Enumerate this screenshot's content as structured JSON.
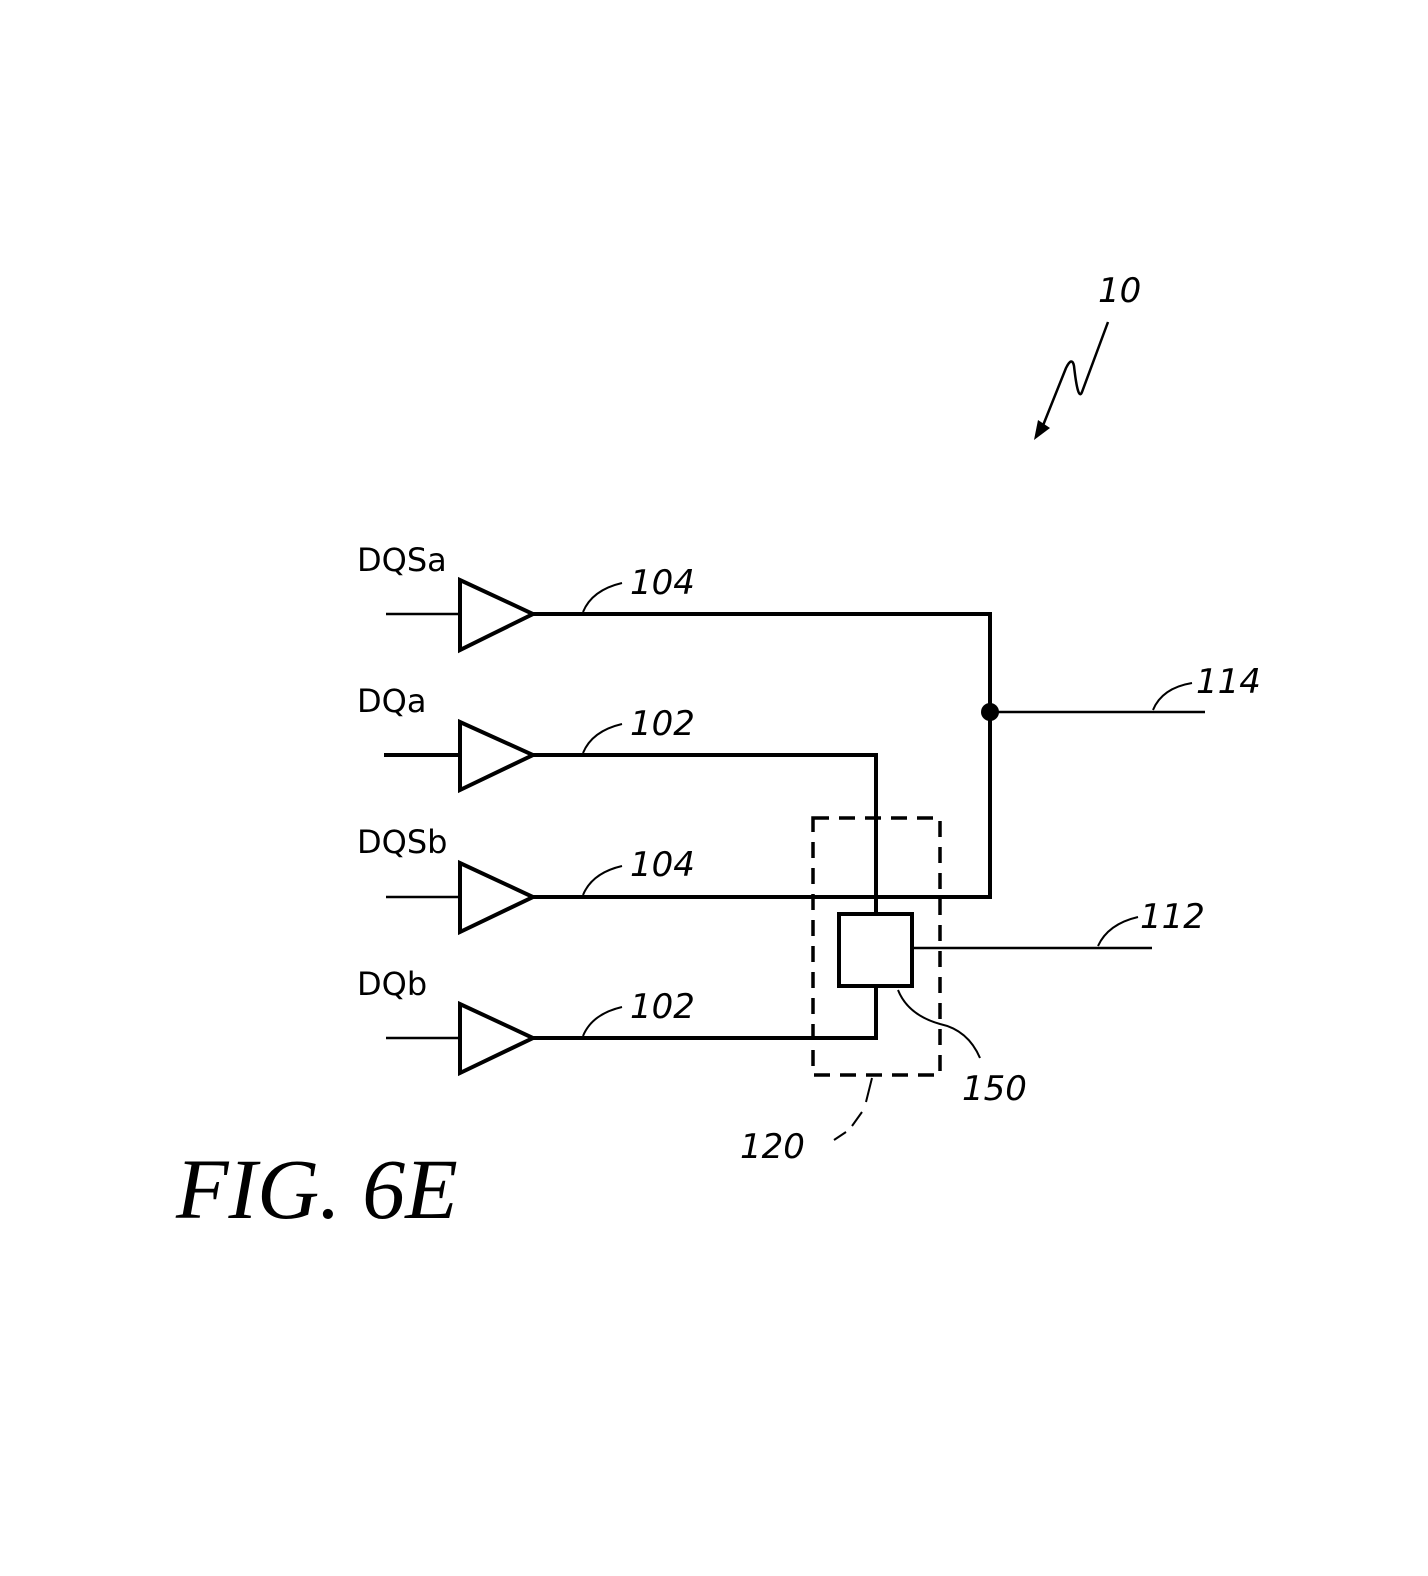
{
  "figure": {
    "title": "FIG. 6E",
    "reference_numeral": "10"
  },
  "inputs": [
    {
      "signal": "DQSa",
      "line_ref": "104"
    },
    {
      "signal": "DQa",
      "line_ref": "102"
    },
    {
      "signal": "DQSb",
      "line_ref": "104"
    },
    {
      "signal": "DQb",
      "line_ref": "102"
    }
  ],
  "outputs": {
    "strobe_output_ref": "114",
    "data_output_ref": "112"
  },
  "components": {
    "selector_block_ref": "150",
    "dashed_region_ref": "120"
  }
}
